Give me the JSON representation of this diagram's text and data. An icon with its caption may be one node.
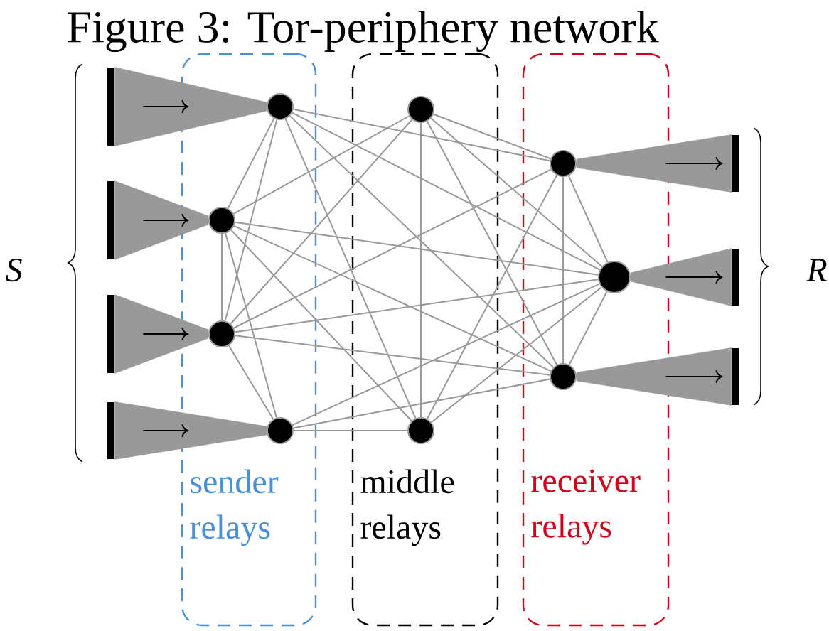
{
  "diagram": {
    "title": "Figure 3: Tor-periphery network",
    "nodes": [
      {
        "text": [],
        "shape": "bar"
      },
      {
        "text": [],
        "shape": "bar"
      },
      {
        "text": [],
        "shape": "bar"
      },
      {
        "text": [],
        "shape": "bar"
      },
      {
        "text": [
          "sender relays"
        ]
      },
      {
        "text": [],
        "shape": "circle",
        "in": 4
      },
      {
        "text": [],
        "shape": "circle",
        "in": 4
      },
      {
        "text": [],
        "shape": "circle",
        "in": 4
      },
      {
        "text": [],
        "shape": "circle",
        "in": 4
      },
      {
        "text": [
          "middle relays"
        ]
      },
      {
        "text": [],
        "shape": "circle",
        "in": 9
      },
      {
        "text": [],
        "shape": "circle",
        "in": 9
      },
      {
        "text": [
          "receiver relays"
        ]
      },
      {
        "text": [],
        "shape": "circle",
        "in": 12
      },
      {
        "text": [],
        "shape": "circle",
        "in": 12
      },
      {
        "text": [],
        "shape": "circle",
        "in": 12
      },
      {
        "text": [],
        "shape": "bar"
      },
      {
        "text": [],
        "shape": "bar"
      },
      {
        "text": [],
        "shape": "bar"
      }
    ],
    "edges": [
      {
        "from": 0,
        "to": 5,
        "arrow": "none"
      },
      {
        "from": 1,
        "to": 6,
        "arrow": "none"
      },
      {
        "from": 2,
        "to": 7,
        "arrow": "none"
      },
      {
        "from": 3,
        "to": 8,
        "arrow": "none"
      },
      {
        "from": 13,
        "to": 16,
        "arrow": "none"
      },
      {
        "from": 14,
        "to": 17,
        "arrow": "none"
      },
      {
        "from": 15,
        "to": 18,
        "arrow": "none"
      },
      {
        "from": 5,
        "to": 6,
        "arrow": "none"
      },
      {
        "from": 5,
        "to": 7,
        "arrow": "none"
      },
      {
        "from": 5,
        "to": 13,
        "arrow": "none"
      },
      {
        "from": 5,
        "to": 14,
        "arrow": "none"
      },
      {
        "from": 5,
        "to": 15,
        "arrow": "none"
      },
      {
        "from": 5,
        "to": 11,
        "arrow": "none"
      },
      {
        "from": 6,
        "to": 7,
        "arrow": "none"
      },
      {
        "from": 6,
        "to": 8,
        "arrow": "none"
      },
      {
        "from": 6,
        "to": 10,
        "arrow": "none"
      },
      {
        "from": 6,
        "to": 14,
        "arrow": "none"
      },
      {
        "from": 6,
        "to": 15,
        "arrow": "none"
      },
      {
        "from": 6,
        "to": 11,
        "arrow": "none"
      },
      {
        "from": 7,
        "to": 8,
        "arrow": "none"
      },
      {
        "from": 7,
        "to": 10,
        "arrow": "none"
      },
      {
        "from": 7,
        "to": 13,
        "arrow": "none"
      },
      {
        "from": 7,
        "to": 14,
        "arrow": "none"
      },
      {
        "from": 7,
        "to": 15,
        "arrow": "none"
      },
      {
        "from": 8,
        "to": 11,
        "arrow": "none"
      },
      {
        "from": 8,
        "to": 14,
        "arrow": "none"
      },
      {
        "from": 8,
        "to": 15,
        "arrow": "none"
      },
      {
        "from": 10,
        "to": 11,
        "arrow": "none"
      },
      {
        "from": 10,
        "to": 13,
        "arrow": "none"
      },
      {
        "from": 10,
        "to": 14,
        "arrow": "none"
      },
      {
        "from": 10,
        "to": 15,
        "arrow": "none"
      },
      {
        "from": 11,
        "to": 13,
        "arrow": "none"
      },
      {
        "from": 11,
        "to": 14,
        "arrow": "none"
      },
      {
        "from": 13,
        "to": 14,
        "arrow": "none"
      },
      {
        "from": 13,
        "to": 15,
        "arrow": "none"
      },
      {
        "from": 14,
        "to": 15,
        "arrow": "none"
      }
    ],
    "labels": [
      "S",
      "R"
    ]
  }
}
